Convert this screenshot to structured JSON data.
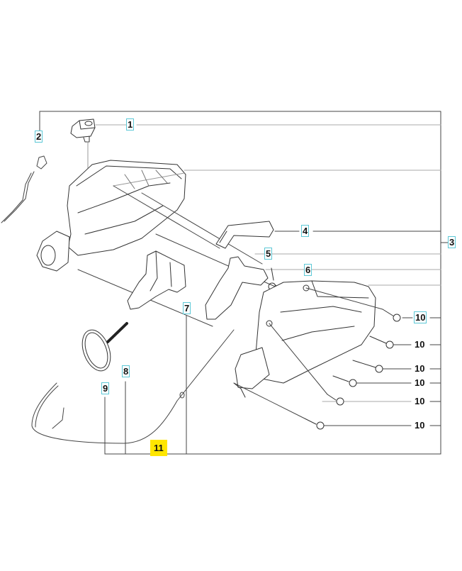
{
  "diagram": {
    "type": "exploded parts diagram",
    "subject": "Rear handle assembly",
    "colors": {
      "callout_box": "#5cc8d6",
      "highlight": "#ffe600",
      "line": "#333333",
      "leader_light": "#bbbbbb"
    },
    "callouts": [
      {
        "id": "c1",
        "label": "1",
        "style": "boxed",
        "part": "switch"
      },
      {
        "id": "c2",
        "label": "2",
        "style": "boxed",
        "part": "wire-connector"
      },
      {
        "id": "c3",
        "label": "3",
        "style": "boxed",
        "part": "handle-assembly"
      },
      {
        "id": "c4",
        "label": "4",
        "style": "boxed",
        "part": "throttle-lockout"
      },
      {
        "id": "c5",
        "label": "5",
        "style": "boxed",
        "part": "throttle-trigger"
      },
      {
        "id": "c6",
        "label": "6",
        "style": "boxed",
        "part": "spring"
      },
      {
        "id": "c7",
        "label": "7",
        "style": "boxed",
        "part": "cover"
      },
      {
        "id": "c8",
        "label": "8",
        "style": "boxed",
        "part": "compression-spring"
      },
      {
        "id": "c9",
        "label": "9",
        "style": "boxed",
        "part": "o-ring"
      },
      {
        "id": "c10a",
        "label": "10",
        "style": "boxed",
        "part": "screw"
      },
      {
        "id": "c10b",
        "label": "10",
        "style": "plain",
        "part": "screw"
      },
      {
        "id": "c10c",
        "label": "10",
        "style": "plain",
        "part": "screw"
      },
      {
        "id": "c10d",
        "label": "10",
        "style": "plain",
        "part": "screw"
      },
      {
        "id": "c10e",
        "label": "10",
        "style": "plain",
        "part": "screw"
      },
      {
        "id": "c10f",
        "label": "10",
        "style": "plain",
        "part": "screw"
      },
      {
        "id": "c11",
        "label": "11",
        "style": "highlighted",
        "part": "throttle-cable"
      }
    ]
  }
}
